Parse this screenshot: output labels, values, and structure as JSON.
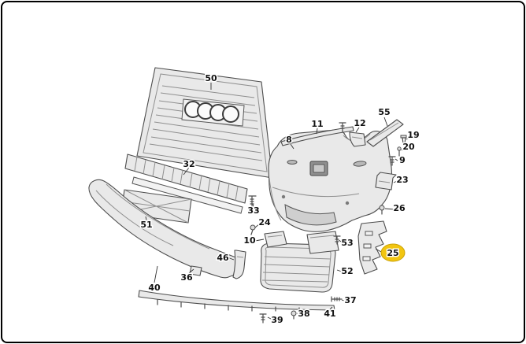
{
  "window": {
    "background": "#ffffff",
    "border_color": "#000000"
  },
  "diagram": {
    "type": "exploded-parts-diagram",
    "subject": "front-bumper-assembly",
    "highlight": {
      "part": "25",
      "color": "#F2C511"
    },
    "labels": {
      "p8": "8",
      "p9": "9",
      "p10": "10",
      "p11": "11",
      "p12": "12",
      "p19": "19",
      "p20": "20",
      "p23": "23",
      "p24": "24",
      "p25": "25",
      "p26": "26",
      "p32": "32",
      "p33": "33",
      "p36": "36",
      "p37": "37",
      "p38": "38",
      "p39": "39",
      "p40": "40",
      "p41": "41",
      "p46": "46",
      "p50": "50",
      "p51": "51",
      "p52": "52",
      "p53": "53",
      "p55": "55"
    }
  }
}
